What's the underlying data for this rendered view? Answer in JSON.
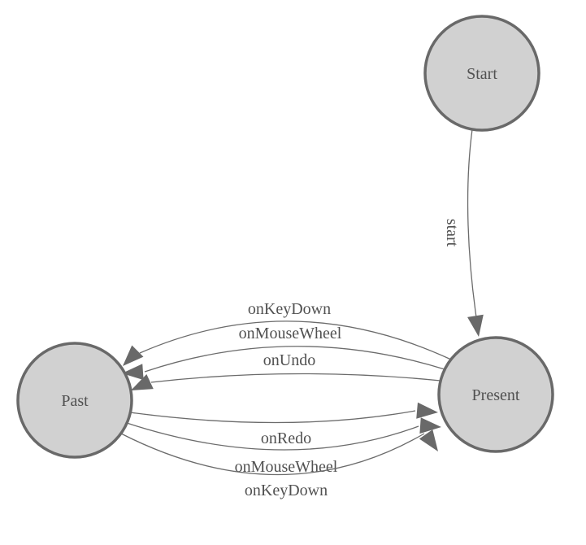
{
  "diagram": {
    "type": "state-machine",
    "nodes": [
      {
        "id": "start",
        "label": "Start"
      },
      {
        "id": "past",
        "label": "Past"
      },
      {
        "id": "present",
        "label": "Present"
      }
    ],
    "edges": [
      {
        "from": "Start",
        "to": "Present",
        "label": "start"
      },
      {
        "from": "Present",
        "to": "Past",
        "label": "onKeyDown"
      },
      {
        "from": "Present",
        "to": "Past",
        "label": "onMouseWheel"
      },
      {
        "from": "Present",
        "to": "Past",
        "label": "onUndo"
      },
      {
        "from": "Past",
        "to": "Present",
        "label": "onRedo"
      },
      {
        "from": "Past",
        "to": "Present",
        "label": "onMouseWheel"
      },
      {
        "from": "Past",
        "to": "Present",
        "label": "onKeyDown"
      }
    ],
    "colors": {
      "node_fill": "#d1d1d1",
      "node_border": "#696969",
      "edge": "#6b6b6b",
      "arrow": "#696969",
      "label_text": "#515151"
    }
  }
}
